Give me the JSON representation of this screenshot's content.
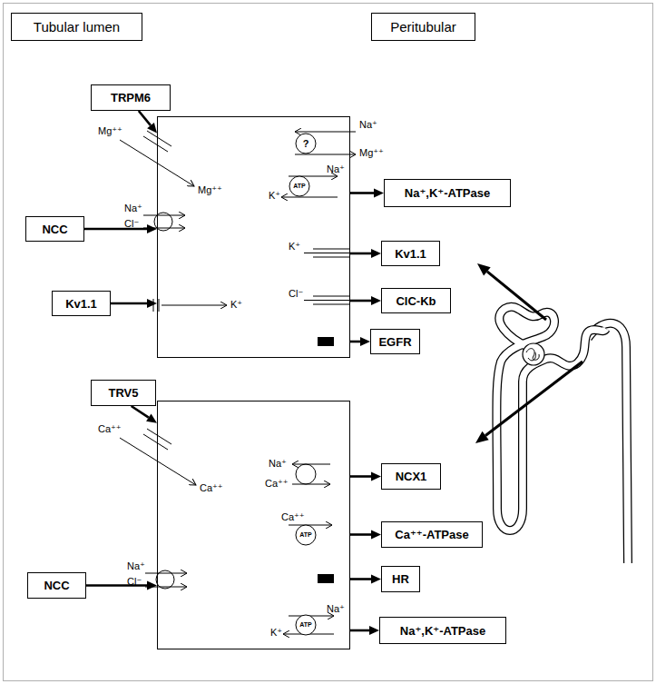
{
  "diagram": {
    "nodes": [
      {
        "text": [
          "Tubular lumen"
        ]
      },
      {
        "text": [
          "Peritubular"
        ]
      },
      {
        "text": [
          "TRPM6"
        ]
      },
      {
        "text": []
      },
      {
        "text": [
          "NCC"
        ]
      },
      {
        "text": [
          "Kv1.1"
        ]
      },
      {
        "text": [
          "Na⁺,K⁺-ATPase"
        ]
      },
      {
        "text": [
          "Kv1.1"
        ]
      },
      {
        "text": [
          "ClC-Kb"
        ]
      },
      {
        "text": [
          "EGFR"
        ]
      },
      {
        "text": [
          "TRV5"
        ]
      },
      {
        "text": []
      },
      {
        "text": [
          "NCC"
        ]
      },
      {
        "text": [
          "NCX1"
        ]
      },
      {
        "text": [
          "Ca⁺⁺-ATPase"
        ]
      },
      {
        "text": [
          "HR"
        ]
      },
      {
        "text": [
          "Na⁺,K⁺-ATPase"
        ]
      }
    ],
    "edges": [
      {
        "from": 2,
        "to": 3,
        "arrow": "to"
      },
      {
        "from": 4,
        "to": 3,
        "arrow": "to"
      },
      {
        "from": 5,
        "to": 3,
        "arrow": "to"
      },
      {
        "from": 3,
        "to": 6,
        "arrow": "to"
      },
      {
        "from": 3,
        "to": 7,
        "arrow": "to"
      },
      {
        "from": 3,
        "to": 8,
        "arrow": "to"
      },
      {
        "from": 3,
        "to": 9,
        "arrow": "to"
      },
      {
        "from": 10,
        "to": 11,
        "arrow": "to"
      },
      {
        "from": 12,
        "to": 11,
        "arrow": "to"
      },
      {
        "from": 11,
        "to": 13,
        "arrow": "to"
      },
      {
        "from": 11,
        "to": 14,
        "arrow": "to"
      },
      {
        "from": 11,
        "to": 15,
        "arrow": "to"
      },
      {
        "from": 11,
        "to": 16,
        "arrow": "to"
      }
    ],
    "labels": [
      "Mg⁺⁺",
      "Mg⁺⁺",
      "Na⁺",
      "Cl⁻",
      "K⁺",
      "Na⁺",
      "?",
      "Mg⁺⁺",
      "Na⁺",
      "ATP",
      "K⁺",
      "K⁺",
      "Cl⁻",
      "Ca⁺⁺",
      "Ca⁺⁺",
      "Na⁺",
      "Cl⁻",
      "Na⁺",
      "Ca⁺⁺",
      "Ca⁺⁺",
      "ATP",
      "Na⁺",
      "ATP",
      "K⁺"
    ]
  }
}
